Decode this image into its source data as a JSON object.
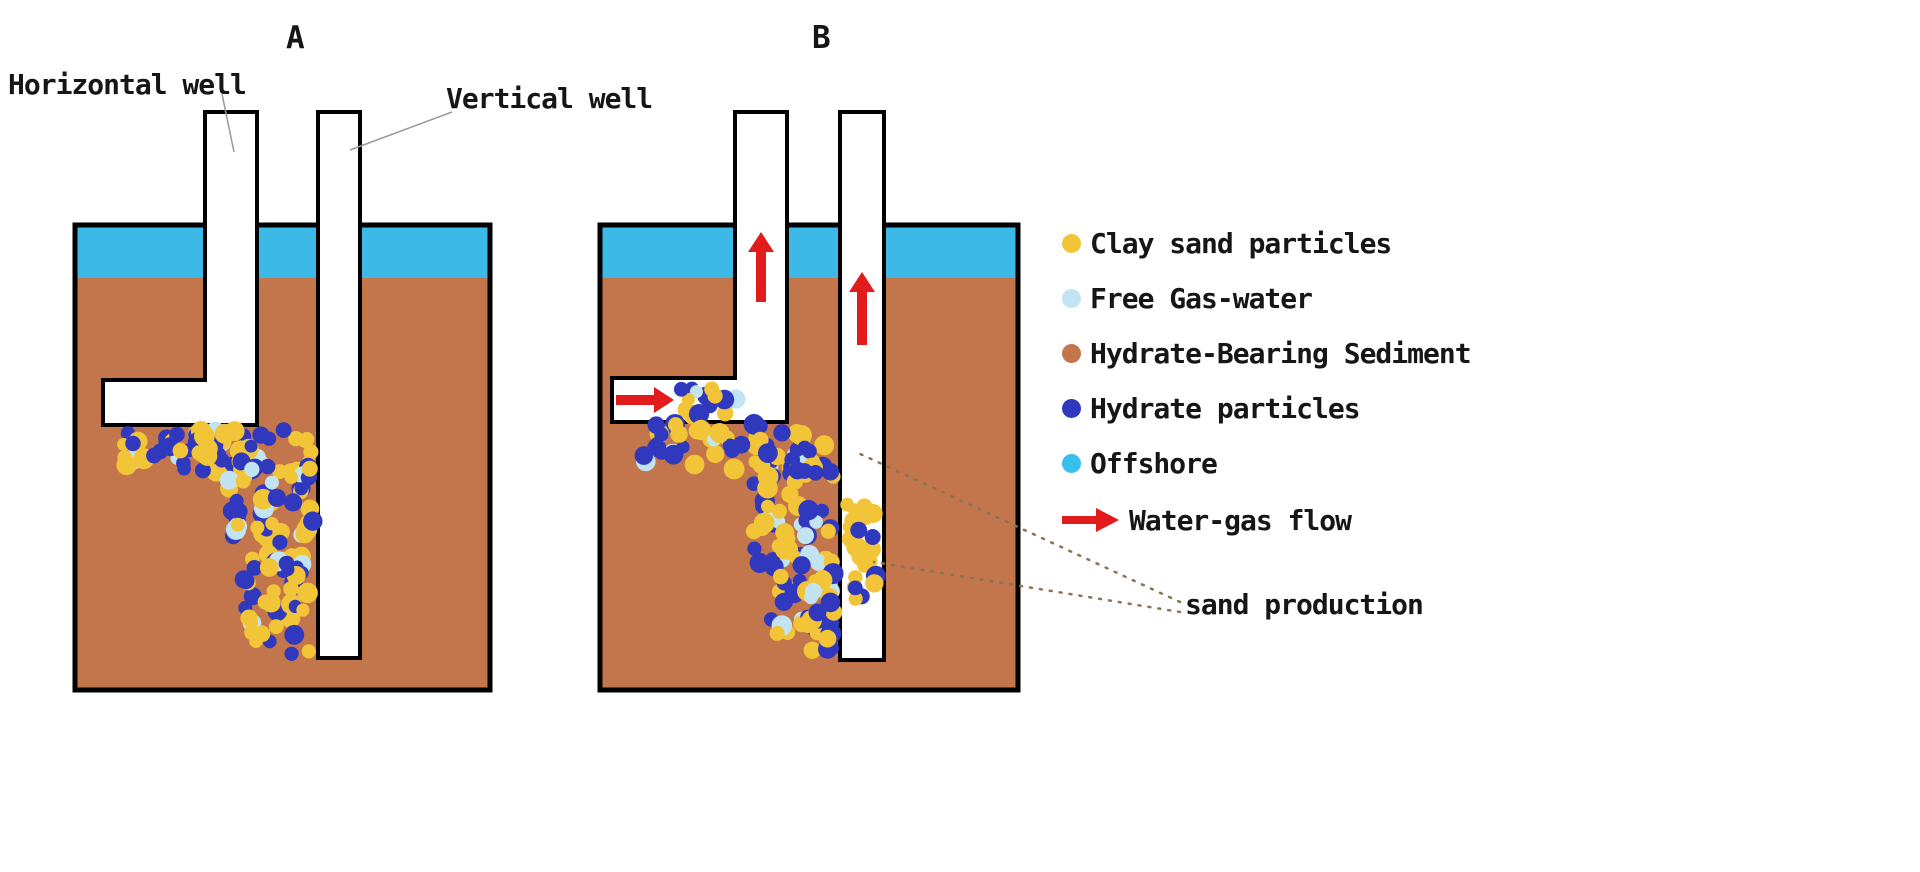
{
  "panels": {
    "a_title": "A",
    "b_title": "B"
  },
  "labels": {
    "horizontal_well": "Horizontal well",
    "vertical_well": "Vertical well",
    "sand_production": "sand production"
  },
  "legend": {
    "items": [
      {
        "swatch": "dot",
        "color": "#f2c437",
        "label": "Clay sand particles"
      },
      {
        "swatch": "dot",
        "color": "#c2e4f2",
        "label": "Free Gas-water"
      },
      {
        "swatch": "dot",
        "color": "#c3764b",
        "label": "Hydrate-Bearing Sediment"
      },
      {
        "swatch": "dot",
        "color": "#3038be",
        "label": "Hydrate particles"
      },
      {
        "swatch": "dot",
        "color": "#38c0ea",
        "label": "Offshore"
      },
      {
        "swatch": "arrow",
        "color": "#e21b1c",
        "label": "Water-gas flow"
      }
    ]
  },
  "colors": {
    "sediment": "#c3764b",
    "offshore": "#3cb9e7",
    "clay_sand": "#f2c437",
    "hydrate": "#3038be",
    "free_gas_water": "#c2e4f2",
    "arrow": "#e21b1c",
    "outline": "#000000",
    "well_fill": "#ffffff",
    "leader_line": "#999999",
    "dotted_leader": "#8b7355"
  }
}
